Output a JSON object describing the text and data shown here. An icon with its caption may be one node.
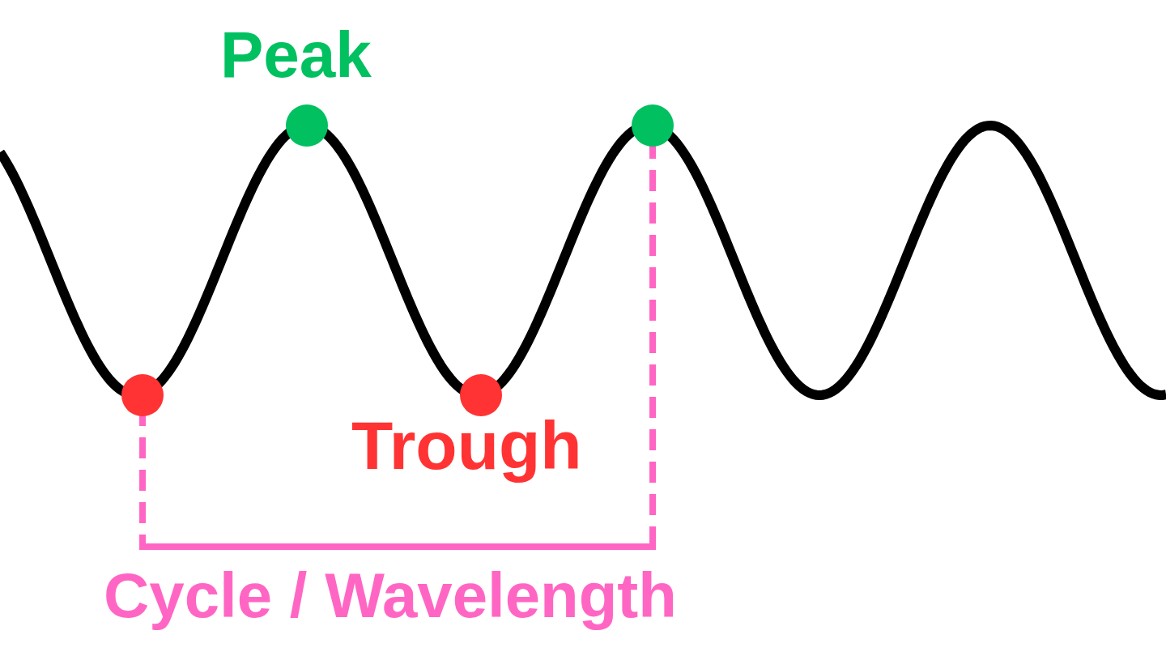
{
  "diagram": {
    "labels": [
      "Peak",
      "Trough",
      "Cycle / Wavelength"
    ]
  }
}
